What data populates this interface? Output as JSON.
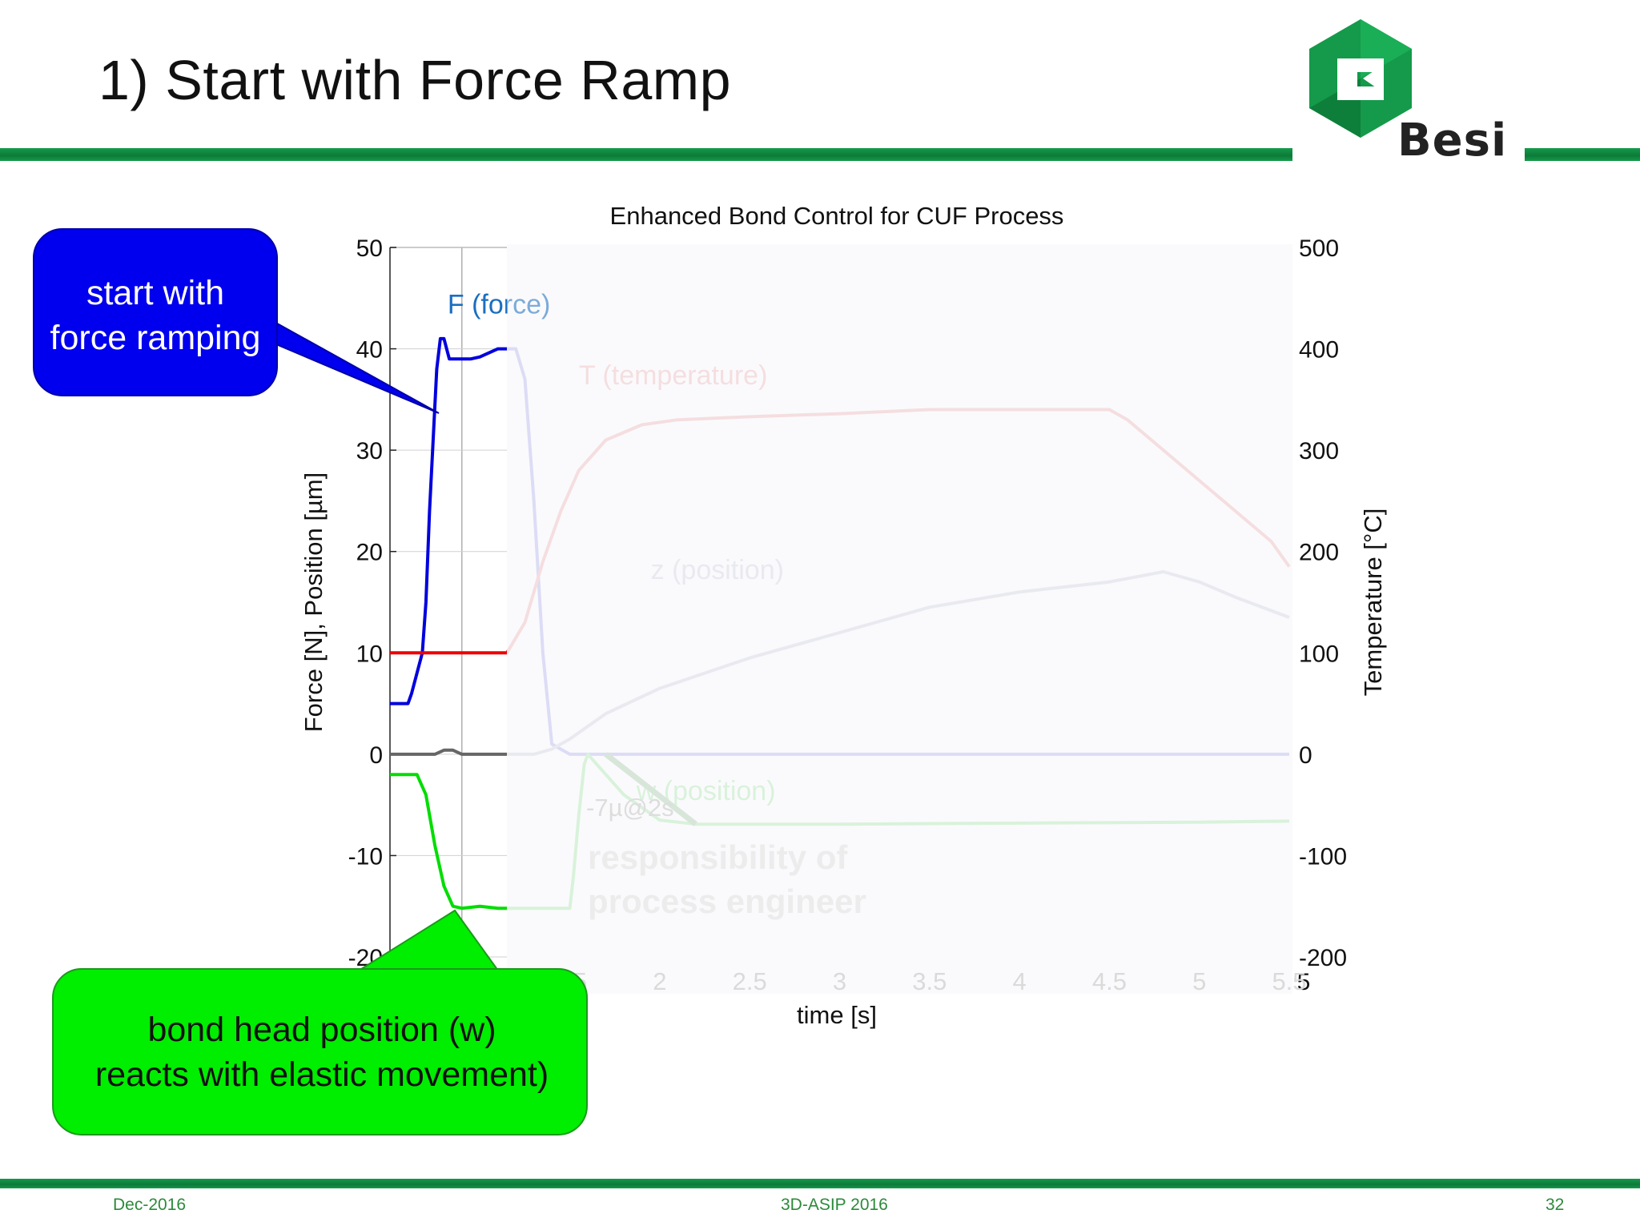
{
  "slide": {
    "title": "1) Start with Force Ramp",
    "logo_text": "Besi"
  },
  "footer": {
    "left": "Dec-2016",
    "center": "3D-ASIP 2016",
    "page": "32"
  },
  "callouts": {
    "force": {
      "lines": [
        "start with",
        "force ramping"
      ],
      "color": "#0000ee"
    },
    "position": {
      "lines": [
        "bond head position (w)",
        "reacts with elastic movement)"
      ],
      "color": "#00ee00"
    }
  },
  "annotations": {
    "delta": "-7µ@2s",
    "responsibility": [
      "responsibility of",
      "process engineer"
    ]
  },
  "chart_data": {
    "type": "line",
    "title": "Enhanced Bond Control for CUF Process",
    "xlabel": "time [s]",
    "ylabel_left": "Force [N], Position [µm]",
    "ylabel_right": "Temperature [°C]",
    "xlim": [
      0.5,
      5.5
    ],
    "ylim_left": [
      -20,
      50
    ],
    "ylim_right": [
      -200,
      500
    ],
    "x_ticks": [
      "1.5",
      "2",
      "2.5",
      "3",
      "3.5",
      "4",
      "4.5",
      "5",
      "5.5"
    ],
    "x_tick_values": [
      1.5,
      2,
      2.5,
      3,
      3.5,
      4,
      4.5,
      5,
      5.5
    ],
    "stray_tick_label": "5",
    "y_ticks_left": [
      "50",
      "40",
      "30",
      "20",
      "10",
      "0",
      "-10",
      "-20"
    ],
    "y_tick_values_left": [
      50,
      40,
      30,
      20,
      10,
      0,
      -10,
      -20
    ],
    "y_ticks_right": [
      "500",
      "400",
      "300",
      "200",
      "100",
      "0",
      "-100",
      "-200"
    ],
    "y_tick_values_right": [
      500,
      400,
      300,
      200,
      100,
      0,
      -100,
      -200
    ],
    "highlight_until": 1.15,
    "series": [
      {
        "name": "F (force)",
        "color": "#0000dd",
        "faded_color": "#c8c8f4",
        "axis": "left",
        "points": [
          [
            0.5,
            5
          ],
          [
            0.6,
            5
          ],
          [
            0.62,
            6
          ],
          [
            0.68,
            10
          ],
          [
            0.7,
            15
          ],
          [
            0.72,
            24
          ],
          [
            0.74,
            31
          ],
          [
            0.76,
            38
          ],
          [
            0.78,
            41
          ],
          [
            0.8,
            41
          ],
          [
            0.83,
            39
          ],
          [
            0.9,
            39
          ],
          [
            0.95,
            39
          ],
          [
            1.0,
            39.2
          ],
          [
            1.1,
            40
          ],
          [
            1.2,
            40
          ],
          [
            1.25,
            37
          ],
          [
            1.3,
            25
          ],
          [
            1.35,
            10
          ],
          [
            1.4,
            1
          ],
          [
            1.5,
            0
          ],
          [
            3,
            0
          ],
          [
            5.5,
            0
          ]
        ]
      },
      {
        "name": "T (temperature)",
        "color": "#ee0000",
        "faded_color": "#f6cccc",
        "axis": "right",
        "points": [
          [
            0.5,
            100
          ],
          [
            1.15,
            100
          ],
          [
            1.25,
            130
          ],
          [
            1.35,
            190
          ],
          [
            1.45,
            240
          ],
          [
            1.55,
            280
          ],
          [
            1.7,
            310
          ],
          [
            1.9,
            325
          ],
          [
            2.1,
            330
          ],
          [
            2.5,
            333
          ],
          [
            3,
            336
          ],
          [
            3.5,
            340
          ],
          [
            4,
            340
          ],
          [
            4.5,
            340
          ],
          [
            4.6,
            330
          ],
          [
            4.8,
            300
          ],
          [
            5.0,
            270
          ],
          [
            5.2,
            240
          ],
          [
            5.4,
            210
          ],
          [
            5.5,
            185
          ]
        ]
      },
      {
        "name": "z (position)",
        "color": "#666666",
        "faded_color": "#e1e1ea",
        "axis": "left",
        "points": [
          [
            0.5,
            0
          ],
          [
            0.75,
            0
          ],
          [
            0.8,
            0.4
          ],
          [
            0.85,
            0.4
          ],
          [
            0.9,
            0
          ],
          [
            1.1,
            0
          ],
          [
            1.3,
            0
          ],
          [
            1.4,
            0.5
          ],
          [
            1.5,
            1.5
          ],
          [
            1.7,
            4
          ],
          [
            2,
            6.5
          ],
          [
            2.5,
            9.5
          ],
          [
            3,
            12
          ],
          [
            3.5,
            14.5
          ],
          [
            4,
            16
          ],
          [
            4.5,
            17
          ],
          [
            4.8,
            18
          ],
          [
            5,
            17
          ],
          [
            5.2,
            15.5
          ],
          [
            5.5,
            13.5
          ]
        ]
      },
      {
        "name": "w (position)",
        "color": "#00dd00",
        "faded_color": "#c4f0c4",
        "axis": "left",
        "points": [
          [
            0.5,
            -2
          ],
          [
            0.65,
            -2
          ],
          [
            0.7,
            -4
          ],
          [
            0.75,
            -9
          ],
          [
            0.8,
            -13
          ],
          [
            0.85,
            -15
          ],
          [
            0.9,
            -15.2
          ],
          [
            1.0,
            -15
          ],
          [
            1.1,
            -15.2
          ],
          [
            1.5,
            -15.2
          ],
          [
            1.52,
            -12
          ],
          [
            1.55,
            -6
          ],
          [
            1.58,
            -1
          ],
          [
            1.6,
            0
          ],
          [
            1.8,
            -4
          ],
          [
            2.0,
            -6.5
          ],
          [
            2.2,
            -6.9
          ],
          [
            3,
            -6.9
          ],
          [
            4,
            -6.8
          ],
          [
            5,
            -6.7
          ],
          [
            5.5,
            -6.6
          ]
        ]
      }
    ],
    "series_label_positions": [
      [
        0.82,
        43.5
      ],
      [
        1.55,
        36.5
      ],
      [
        1.95,
        17.3
      ],
      [
        1.87,
        -4.5
      ]
    ]
  }
}
